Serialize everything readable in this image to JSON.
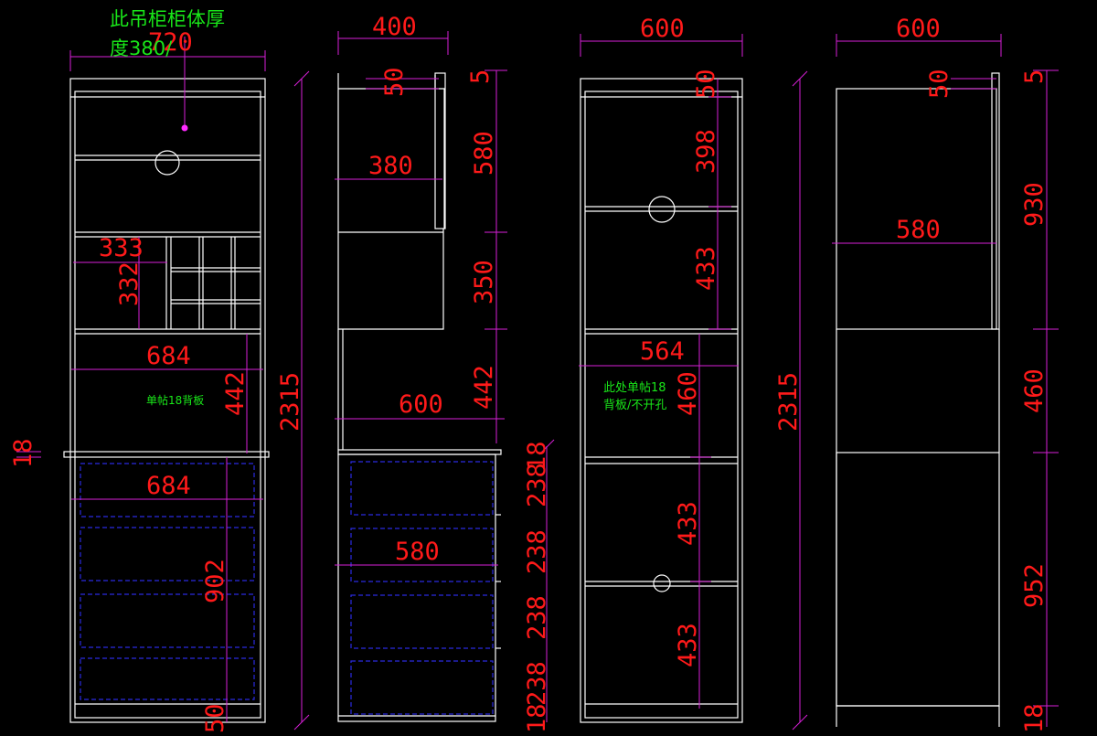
{
  "notes": {
    "hanging_cabinet_line1": "此吊柜柜体厚",
    "hanging_cabinet_line2": "度380/",
    "back_panel_view1": "单帖18背板",
    "back_panel_view3_line1": "此处单帖18",
    "back_panel_view3_line2": "背板/不开孔"
  },
  "dimensions": {
    "v1_top_width": "720",
    "v1_cubby_width": "333",
    "v1_cubby_height": "332",
    "v1_shelf_width": "684",
    "v1_open_height": "442",
    "v1_counter_thickness": "18",
    "v1_drawer_width": "684",
    "v1_base_height": "902",
    "v1_plinth": "50",
    "v2_top_width": "400",
    "v2_top_gap": "50",
    "v2_top_offset": "5",
    "v2_upper_depth": "380",
    "v2_upper_height": "580",
    "v2_middle_height": "350",
    "v2_counter_depth": "600",
    "v2_open_height": "442",
    "v2_drawer_depth": "580",
    "v2_drawer_1": "238",
    "v2_counter_top": "18",
    "v2_drawer_2": "238",
    "v2_drawer_3": "238",
    "v2_drawer_4": "238",
    "v2_bottom": "18",
    "v1_total_height": "2315",
    "v3_top_width": "600",
    "v3_top_gap": "50",
    "v3_upper_shelf": "398",
    "v3_second_shelf": "433",
    "v3_shelf_width": "564",
    "v3_middle_height": "460",
    "v3_lower_shelf_1": "433",
    "v3_lower_shelf_2": "433",
    "v3_total_height": "2315",
    "v4_top_width": "600",
    "v4_top_gap": "50",
    "v4_top_offset": "5",
    "v4_upper_height": "930",
    "v4_inner_width": "580",
    "v4_middle_height": "460",
    "v4_lower_height": "952",
    "v4_bottom": "18"
  }
}
